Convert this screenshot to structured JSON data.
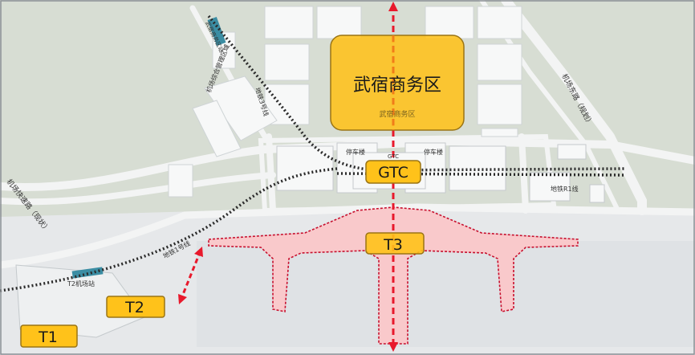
{
  "colors": {
    "land": "#d7ddd3",
    "road": "#f3f4f4",
    "apron": "#e6e8ea",
    "building": "#f7f8f8",
    "callout_fill": "#ffc21a",
    "callout_stroke": "#9a7414",
    "terminal_fill": "#f9c9cb",
    "terminal_outline": "#c8102e",
    "dashed_axis": "#e8192c",
    "orange_axis": "#f07c19",
    "metro_dots": "#2b2b2b",
    "station_teal": "#3b8da3"
  },
  "callouts": {
    "business_district": "武宿商务区",
    "gtc": "GTC",
    "t3": "T3",
    "t2": "T2",
    "t1": "T1"
  },
  "map_labels": {
    "business_district_small": "武宿商务区",
    "gtc_small": "GTC",
    "parking_west": "停车楼",
    "parking_east": "停车楼",
    "metro_r1": "地铁R1线",
    "metro_line1": "地铁1号线",
    "metro_line3": "地铁3号线",
    "wusu_station": "武宿商务区站",
    "t2_station": "T2机场站",
    "airport_mgmt": "机场综合管理区域",
    "east_road": "机场东路（规划）",
    "expressway": "机场快速路（现状）"
  }
}
